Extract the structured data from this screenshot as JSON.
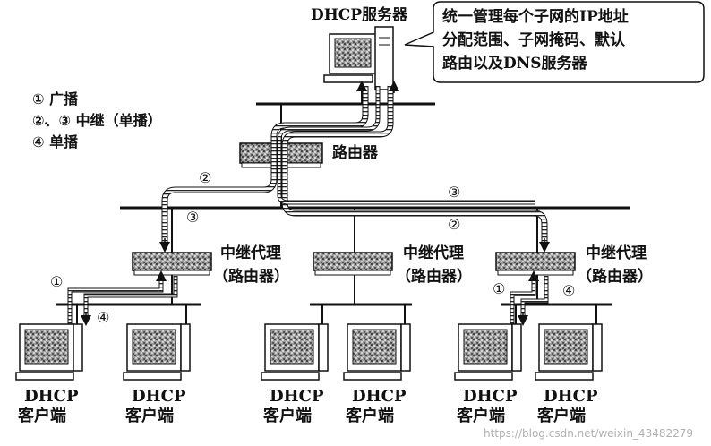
{
  "server": {
    "label": "DHCP服务器"
  },
  "callout": {
    "lines": [
      "统一管理每个子网的IP地址",
      "分配范围、子网掩码、默认",
      "路由以及DNS服务器"
    ]
  },
  "legend": {
    "lines": [
      "① 广播",
      "②、③ 中继（单播）",
      "④ 单播"
    ]
  },
  "router": {
    "label": "路由器"
  },
  "relays": [
    {
      "line1": "中继代理",
      "line2": "（路由器）"
    },
    {
      "line1": "中继代理",
      "line2": "（路由器）"
    },
    {
      "line1": "中继代理",
      "line2": "（路由器）"
    }
  ],
  "clients": [
    {
      "line1": "DHCP",
      "line2": "客户端"
    },
    {
      "line1": "DHCP",
      "line2": "客户端"
    },
    {
      "line1": "DHCP",
      "line2": "客户端"
    },
    {
      "line1": "DHCP",
      "line2": "客户端"
    },
    {
      "line1": "DHCP",
      "line2": "客户端"
    },
    {
      "line1": "DHCP",
      "line2": "客户端"
    }
  ],
  "markers": {
    "m1": "①",
    "m2": "②",
    "m3": "③",
    "m4": "④"
  },
  "watermark": "https://blog.csdn.net/weixin_43482279"
}
